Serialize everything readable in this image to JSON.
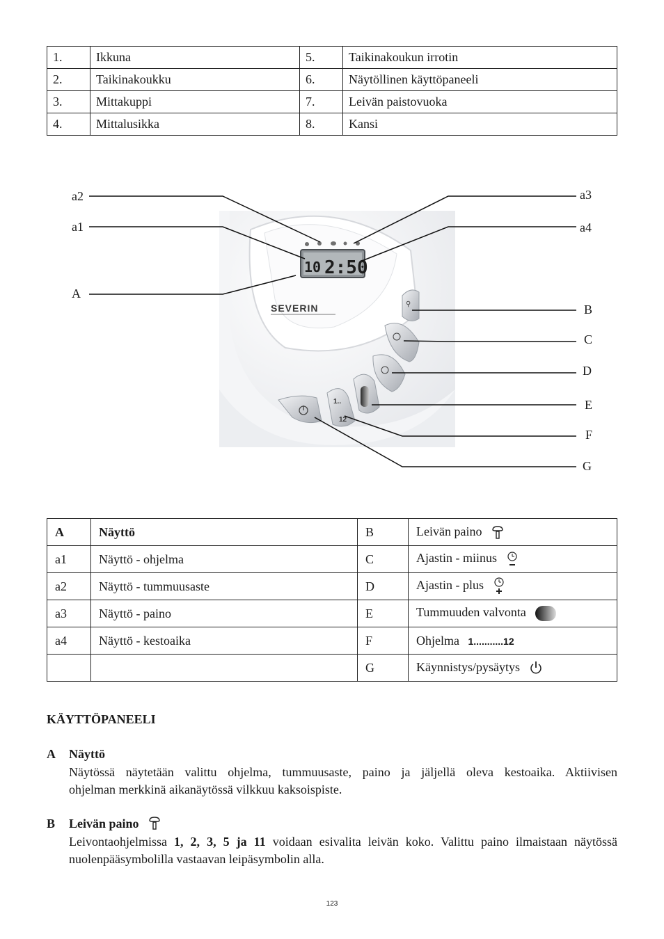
{
  "parts_table": [
    {
      "n1": "1.",
      "t1": "Ikkuna",
      "n2": "5.",
      "t2": "Taikinakoukun irrotin"
    },
    {
      "n1": "2.",
      "t1": "Taikinakoukku",
      "n2": "6.",
      "t2": "Näytöllinen käyttöpaneeli"
    },
    {
      "n1": "3.",
      "t1": "Mittakuppi",
      "n2": "7.",
      "t2": "Leivän paistovuoka"
    },
    {
      "n1": "4.",
      "t1": "Mittalusikka",
      "n2": "8.",
      "t2": "Kansi"
    }
  ],
  "diagram": {
    "labels_left": [
      "a2",
      "a1",
      "A"
    ],
    "labels_right": [
      "a3",
      "a4",
      "B",
      "C",
      "D",
      "E",
      "F",
      "G"
    ],
    "display_program": "10",
    "display_time": "2:50",
    "brand": "SEVERIN",
    "program_button_top": "1..",
    "program_button_bottom": "12"
  },
  "legend_table": [
    {
      "k1": "A",
      "v1": "Näyttö",
      "k2": "B",
      "v2": "Leivän paino",
      "icon": "bread-weight-icon"
    },
    {
      "k1": "a1",
      "v1": "Näyttö - ohjelma",
      "k2": "C",
      "v2": "Ajastin - miinus",
      "icon": "timer-minus-icon"
    },
    {
      "k1": "a2",
      "v1": "Näyttö - tummuusaste",
      "k2": "D",
      "v2": "Ajastin - plus",
      "icon": "timer-plus-icon"
    },
    {
      "k1": "a3",
      "v1": "Näyttö - paino",
      "k2": "E",
      "v2": "Tummuuden valvonta",
      "icon": "darkness-icon"
    },
    {
      "k1": "a4",
      "v1": "Näyttö - kestoaika",
      "k2": "F",
      "v2": "Ohjelma",
      "icon": "program-range-icon",
      "icon_text": "1...........12"
    },
    {
      "k1": "",
      "v1": "",
      "k2": "G",
      "v2": "Käynnistys/pysäytys",
      "icon": "power-icon"
    }
  ],
  "section_heading": "KÄYTTÖPANEELI",
  "sections": {
    "a": {
      "letter": "A",
      "title": "Näyttö",
      "line1": "Näytössä näytetään valittu ohjelma, tummuusaste, paino ja jäljellä oleva kestoaika. Aktiivisen",
      "line2": "ohjelman merkkinä aikanäytössä vilkkuu kaksoispiste."
    },
    "b": {
      "letter": "B",
      "title": "Leivän paino",
      "p1": "Leivontaohjelmissa ",
      "p_bold": "1, 2, 3, 5 ja 11",
      "p2": " voidaan esivalita leivän koko. Valittu paino ilmaistaan näytössä",
      "line2": "nuolenpääsymbolilla vastaavan leipäsymbolin alla."
    }
  },
  "page_number": "123"
}
